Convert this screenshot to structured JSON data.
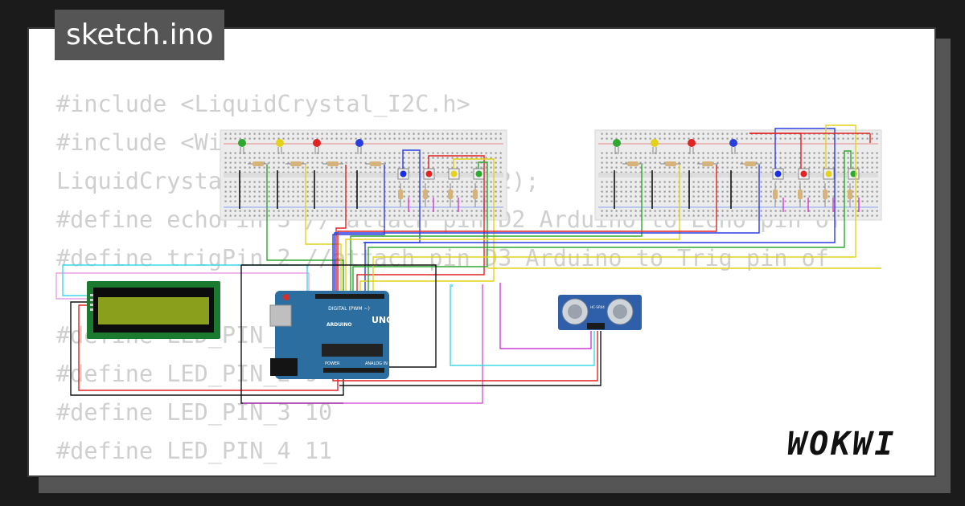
{
  "file_tab": {
    "label": "sketch.ino"
  },
  "code_lines": [
    "#include <LiquidCrystal_I2C.h>",
    "#include <Wire.h>",
    "LiquidCrystal_I2C lcd(0x27, 16, 2);",
    "#define echoPin 3 // attach pin D2 Arduino to Echo pin of",
    "#define trigPin 2 //attach pin D3 Arduino to Trig pin of",
    "",
    "#define LED_PIN_1 8",
    "#define LED_PIN_2 9",
    "#define LED_PIN_3 10",
    "#define LED_PIN_4 11"
  ],
  "brand": {
    "name": "WOKWI"
  },
  "board": {
    "model": "UNO",
    "brand": "ARDUINO",
    "digital_label": "DIGITAL (PWM ~)",
    "analog_label": "ANALOG IN",
    "power_label": "POWER"
  },
  "sensor": {
    "model": "HC-SR04"
  },
  "colors": {
    "background": "#1b1b1b",
    "card": "#ffffff",
    "code": "#cfcfcf",
    "tab": "#555555",
    "board": "#2b6e9f",
    "lcd_screen": "#8aa01c"
  },
  "icons": [
    "breadboard-icon",
    "led-icon",
    "push-button-icon",
    "resistor-icon",
    "lcd-icon",
    "arduino-uno-icon",
    "ultrasonic-sensor-icon",
    "wokwi-logo-icon"
  ]
}
